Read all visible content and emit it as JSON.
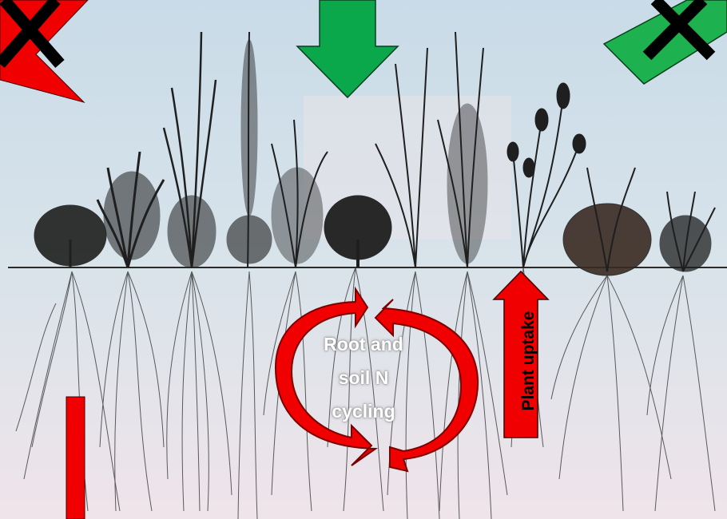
{
  "labels": {
    "cycle_line1": "Root and",
    "cycle_line2": "soil N",
    "cycle_line3": "cycling",
    "plant_uptake": "Plant uptake"
  },
  "colors": {
    "red_arrow": "#f00000",
    "green_arrow": "#0aa84a",
    "x_mark": "#000000",
    "sky_top": "#cfe0ec",
    "soil_bottom": "#efe4ea",
    "plant_ink": "#1a1a1a"
  },
  "icons": [
    "x-mark-icon",
    "arrow-down-icon",
    "arrow-up-icon",
    "cycle-arrows-icon"
  ]
}
